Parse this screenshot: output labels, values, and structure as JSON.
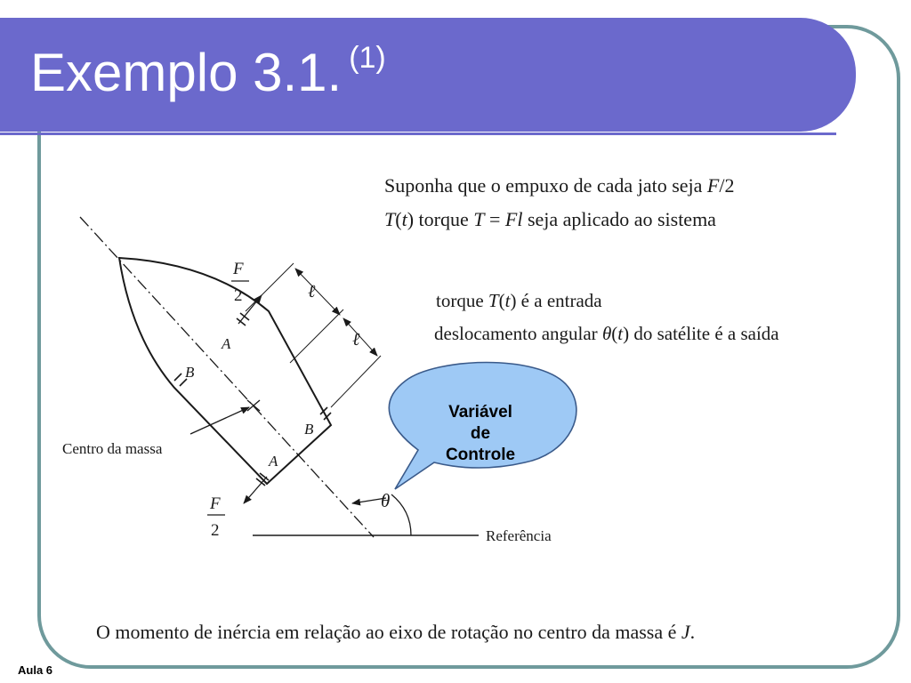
{
  "slide": {
    "title": "Exemplo 3.1.",
    "title_sup": "(1)",
    "footer": "Aula 6"
  },
  "text": {
    "line1_a": "Suponha que o empuxo de cada jato seja ",
    "line1_b": "F",
    "line1_c": "/2",
    "line2_a": "T",
    "line2_b": "(",
    "line2_c": "t",
    "line2_d": ")  torque ",
    "line2_e": "T",
    "line2_f": " = ",
    "line2_g": "Fl",
    "line2_h": " seja aplicado ao sistema",
    "line3_a": "torque ",
    "line3_b": "T",
    "line3_c": "(",
    "line3_d": "t",
    "line3_e": ") é a entrada",
    "line4_a": "deslocamento angular ",
    "line4_b": "θ",
    "line4_c": "(",
    "line4_d": "t",
    "line4_e": ") do satélite é a saída",
    "bottom_a": "O momento de inércia em relação ao eixo de rotação no centro da massa é ",
    "bottom_b": "J",
    "bottom_c": "."
  },
  "diagram": {
    "label_F": "F",
    "label_2": "2",
    "label_l": "ℓ",
    "label_A": "A",
    "label_B": "B",
    "label_theta": "θ",
    "centro": "Centro da massa",
    "referencia": "Referência"
  },
  "callout": {
    "line1": "Variável",
    "line2": "de",
    "line3": "Controle",
    "fill": "#9ec9f5",
    "stroke": "#3a5a8a"
  },
  "colors": {
    "title_bar": "#6b69cc",
    "frame": "#6f9a9c"
  }
}
